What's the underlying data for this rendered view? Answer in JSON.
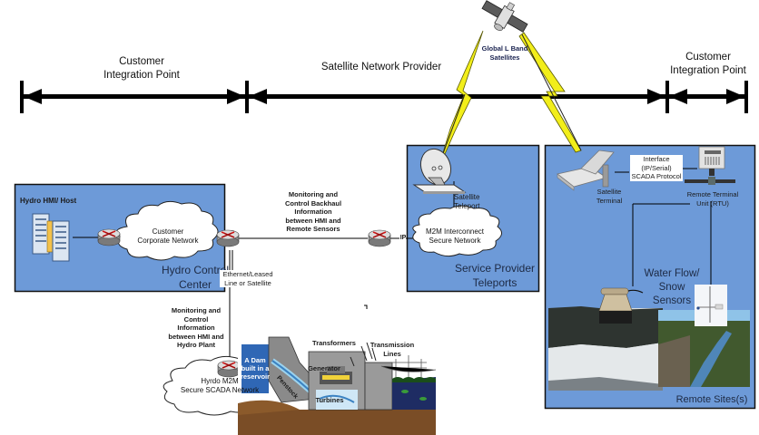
{
  "diagram": {
    "zones": {
      "left": {
        "label_line1": "Customer",
        "label_line2": "Integration Point"
      },
      "middle": {
        "label": "Satellite Network Provider"
      },
      "right": {
        "label_line1": "Customer",
        "label_line2": "Integration Point"
      }
    },
    "satellite": {
      "label_line1": "Global L Band",
      "label_line2": "Satellites"
    },
    "hydro_control_center": {
      "title_line1": "Hydro Control",
      "title_line2": "Center",
      "host_label": "Hydro HMI/ Host",
      "cloud_line1": "Customer",
      "cloud_line2": "Corporate Network",
      "link_label_line1": "Ethernet/Leased",
      "link_label_line2": "Line or Satellite"
    },
    "backhaul": {
      "lines": [
        "Monitoring and",
        "Control Backhaul",
        "Information",
        "between HMI and",
        "Remote Sensors"
      ],
      "ip_label": "IP"
    },
    "service_provider": {
      "title_line1": "Service Provider",
      "title_line2": "Teleports",
      "teleport_line1": "Satellite",
      "teleport_line2": "Teleport",
      "cloud_line1": "M2M Interconnect",
      "cloud_line2": "Secure Network"
    },
    "remote_sites": {
      "title": "Remote Sites(s)",
      "terminal_line1": "Satellite",
      "terminal_line2": "Terminal",
      "interface_lines": [
        "Interface",
        "(IP/Serial)",
        "SCADA Protocol"
      ],
      "rtu_line1": "Remote Terminal",
      "rtu_line2": "Unit (RTU)",
      "sensors_lines": [
        "Water Flow/",
        "Snow",
        "Sensors"
      ]
    },
    "hydro_plant": {
      "info_lines": [
        "Monitoring and",
        "Control",
        "Information",
        "between HMI and",
        "Hydro Plant"
      ],
      "cloud_line1": "Hyrdo M2M",
      "cloud_line2": "Secure SCADA Network",
      "dam_lines": [
        "A Dam",
        "built in a",
        "reservoir"
      ],
      "transformers": "Transformers",
      "transmission_line1": "Transmission",
      "transmission_line2": "Lines",
      "generator": "Generator",
      "turbines": "Turbines",
      "penstock": "Penstock"
    },
    "colors": {
      "box_fill": "#6d9ad8",
      "lightning": "#f2ee1a",
      "router_arrow": "#d01818"
    }
  }
}
